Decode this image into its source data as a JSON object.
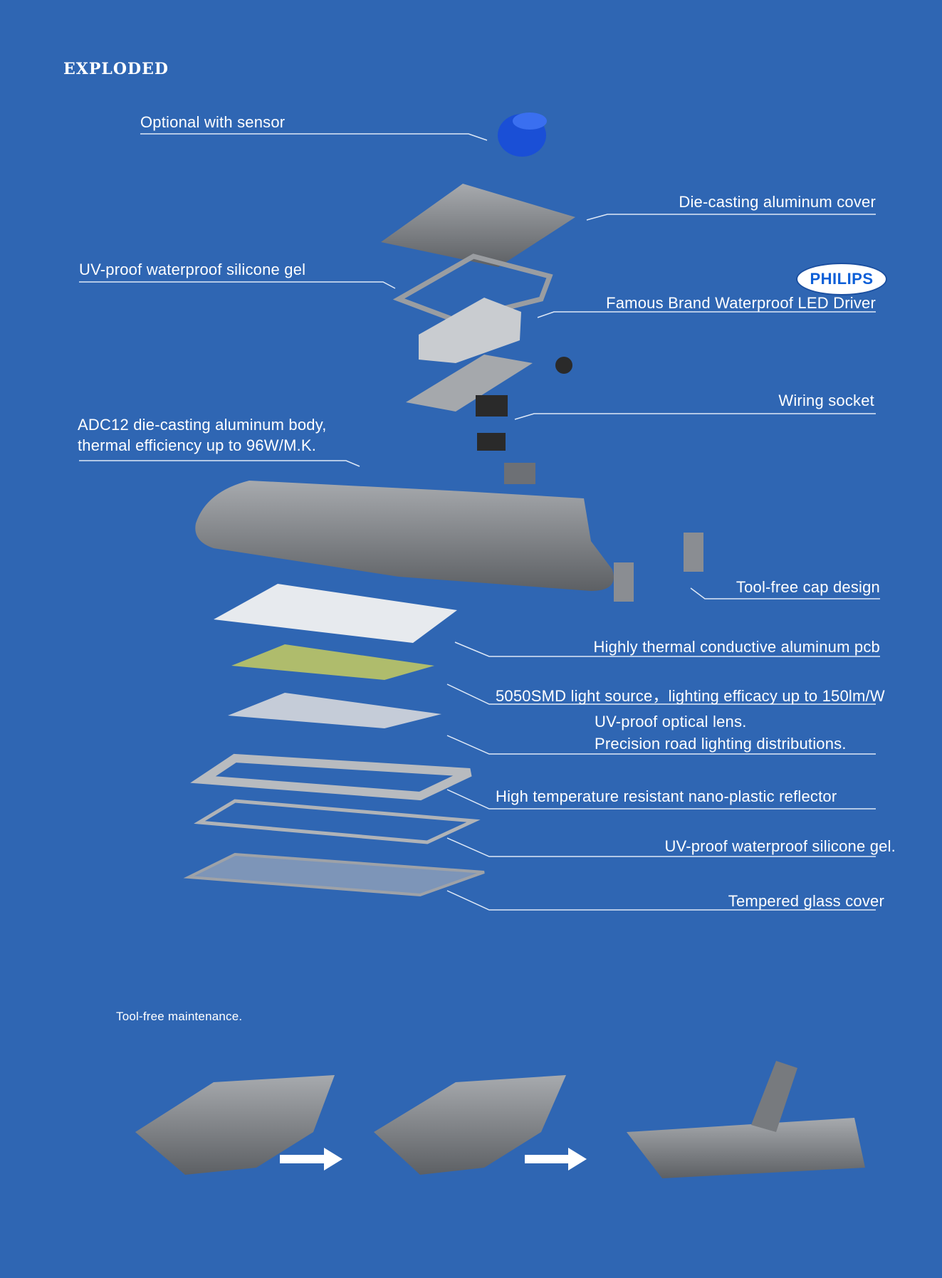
{
  "title": "EXPLODED",
  "brand_logo": "PHILIPS",
  "labels": {
    "sensor": "Optional with sensor",
    "cover": "Die-casting aluminum cover",
    "gel_top": "UV-proof waterproof silicone gel",
    "driver": "Famous Brand Waterproof LED Driver",
    "socket": "Wiring socket",
    "body_1": "ADC12 die-casting aluminum body,",
    "body_2": "thermal efficiency up to 96W/M.K.",
    "cap": "Tool-free cap design",
    "pcb": "Highly thermal conductive aluminum pcb",
    "smd": "5050SMD light source，lighting efficacy up to 150lm/W",
    "lens_1": "UV-proof optical lens.",
    "lens_2": "Precision road lighting distributions.",
    "reflector": "High temperature resistant nano-plastic reflector",
    "gel_bottom": "UV-proof  waterproof silicone gel.",
    "glass": "Tempered glass cover"
  },
  "maintenance": {
    "caption": "Tool-free maintenance."
  },
  "colors": {
    "background": "#2f66b3",
    "part": "#8a8d92",
    "sensor": "#1a4fd6"
  }
}
